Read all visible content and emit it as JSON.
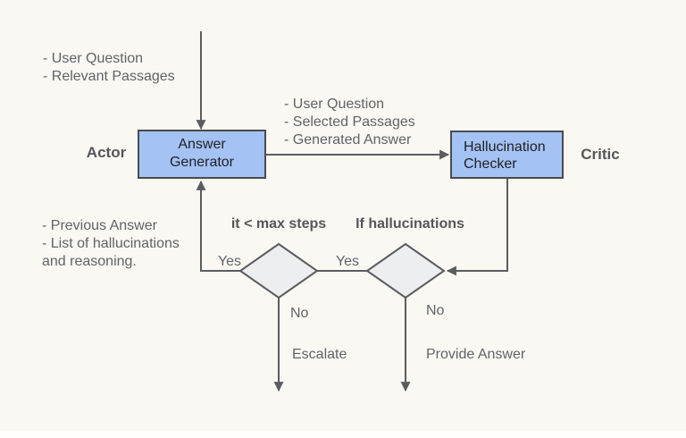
{
  "background": {
    "canvas": "#faf8f2",
    "bottom_strip": "#fffefc"
  },
  "colors": {
    "node_fill": "#a4c2f4",
    "node_stroke": "#4a4b4f",
    "diamond_fill": "#edeef0",
    "connector": "#5b5c60",
    "annotation_text": "#5f6368",
    "node_text": "#202124"
  },
  "roles": {
    "actor": "Actor",
    "critic": "Critic"
  },
  "nodes": {
    "answer_generator": {
      "line1": "Answer",
      "line2": "Generator"
    },
    "hallucination_checker": {
      "line1": "Hallucination",
      "line2": "Checker"
    }
  },
  "annotations": {
    "top_input": {
      "lines": [
        "- User Question",
        "- Relevant Passages"
      ]
    },
    "handoff": {
      "lines": [
        "- User Question",
        "- Selected Passages",
        "- Generated Answer"
      ]
    },
    "feedback": {
      "lines": [
        "- Previous Answer",
        "- List of hallucinations",
        "and reasoning."
      ]
    }
  },
  "decisions": {
    "max_steps": {
      "condition": "it < max steps",
      "yes_label": "Yes",
      "no_label": "No",
      "no_outcome": "Escalate"
    },
    "hallucinations": {
      "condition": "If hallucinations",
      "yes_label": "Yes",
      "no_label": "No",
      "no_outcome": "Provide Answer"
    }
  }
}
